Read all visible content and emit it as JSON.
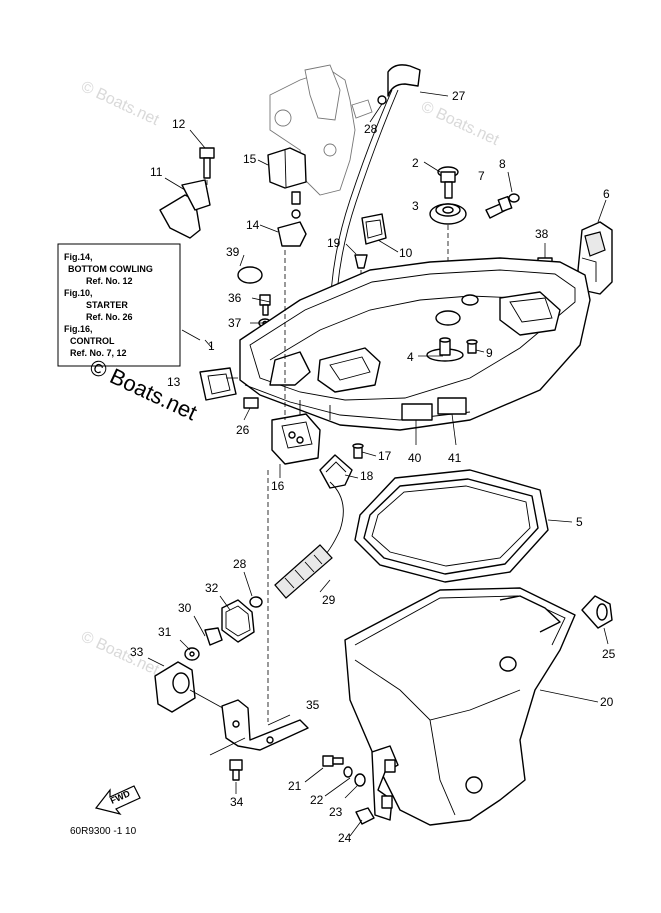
{
  "callouts": [
    "1",
    "2",
    "3",
    "4",
    "5",
    "6",
    "7",
    "8",
    "9",
    "10",
    "11",
    "12",
    "13",
    "14",
    "15",
    "16",
    "17",
    "18",
    "19",
    "20",
    "21",
    "22",
    "23",
    "24",
    "25",
    "26",
    "27",
    "28",
    "28",
    "29",
    "30",
    "31",
    "32",
    "33",
    "34",
    "35",
    "36",
    "37",
    "38",
    "39",
    "40",
    "41"
  ],
  "note": {
    "lines": [
      "Fig.14,",
      "BOTTOM COWLING",
      "Ref. No. 12",
      "Fig.10,",
      "STARTER",
      "Ref. No. 26",
      "Fig.16,",
      "CONTROL",
      "Ref. No. 7, 12"
    ]
  },
  "watermark": {
    "text": "© Boats.net",
    "big_text": "© Boats.net"
  },
  "fwd_label": "FWD",
  "diagram_code": "60R9300 -1 10"
}
